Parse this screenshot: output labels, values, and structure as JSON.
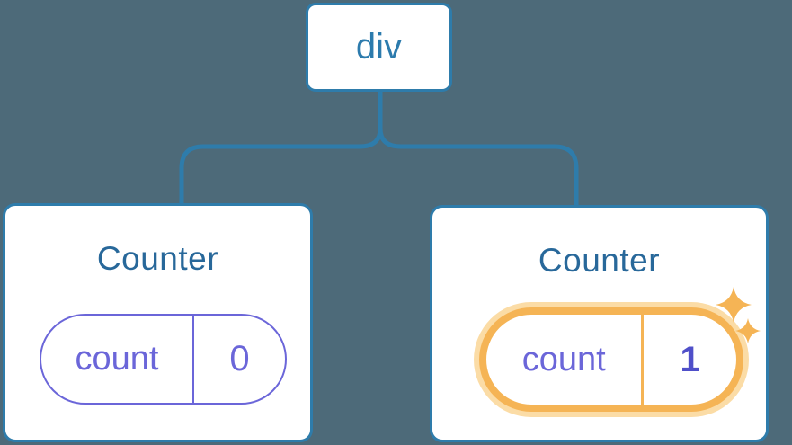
{
  "diagram": {
    "type": "component-tree",
    "root": {
      "label": "div"
    },
    "counters": [
      {
        "title": "Counter",
        "state_key": "count",
        "state_value": "0",
        "highlighted": false
      },
      {
        "title": "Counter",
        "state_key": "count",
        "state_value": "1",
        "highlighted": true
      }
    ],
    "colors": {
      "background": "#4d6a79",
      "connector": "#2e7cab",
      "box_border": "#2e7cab",
      "box_bg": "#ffffff",
      "root_label": "#2c7bad",
      "counter_title": "#28689a",
      "pill_purple": "#6b66d9",
      "value_bold": "#4f4fc9",
      "highlight_orange": "#f5b455",
      "highlight_glow": "#fbdca6"
    },
    "icons": {
      "highlight": "sparkle-stars-icon"
    }
  }
}
